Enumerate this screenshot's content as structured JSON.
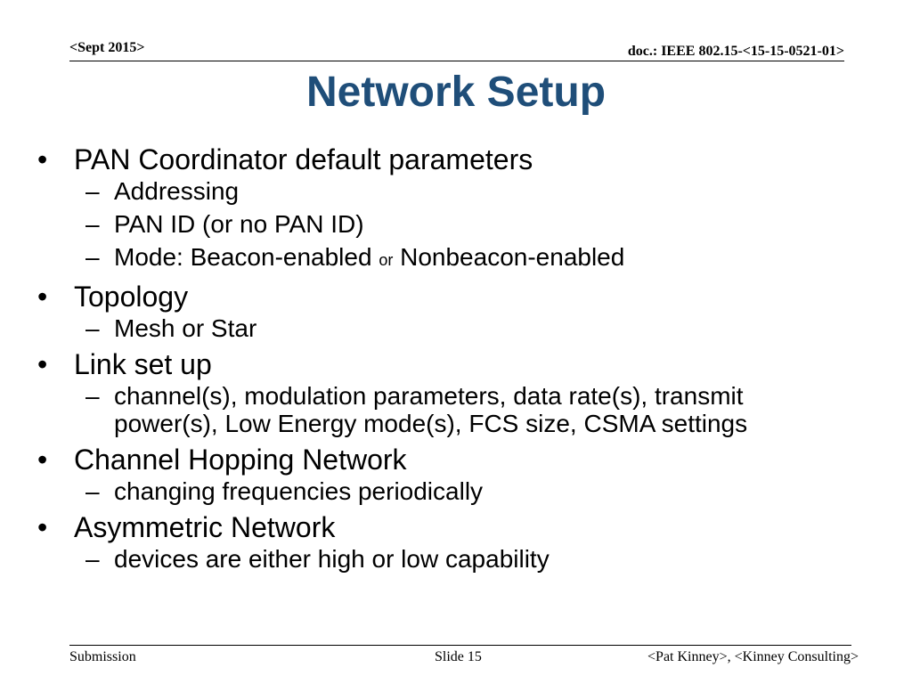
{
  "header": {
    "date": "<Sept 2015>",
    "doc_id": "doc.: IEEE 802.15-<15-15-0521-01>"
  },
  "slide": {
    "title": "Network Setup",
    "title_color": "#1f4e79"
  },
  "bullets": [
    {
      "text": "PAN Coordinator default parameters",
      "subitems": [
        {
          "text": "Addressing"
        },
        {
          "text": "PAN ID (or no PAN ID)"
        },
        {
          "text_a": "Mode: Beacon-enabled ",
          "text_small": "or",
          "text_b": " Nonbeacon-enabled"
        }
      ]
    },
    {
      "text": "Topology",
      "subitems": [
        {
          "text": "Mesh or Star"
        }
      ]
    },
    {
      "text": "Link set up",
      "subitems": [
        {
          "text": "channel(s), modulation parameters, data rate(s), transmit power(s), Low Energy mode(s), FCS size, CSMA settings"
        }
      ]
    },
    {
      "text": "Channel Hopping Network",
      "subitems": [
        {
          "text": "changing frequencies periodically"
        }
      ]
    },
    {
      "text": "Asymmetric Network",
      "subitems": [
        {
          "text": "devices are either high or low capability"
        }
      ]
    }
  ],
  "markers": {
    "bullet": "•",
    "dash": "–"
  },
  "footer": {
    "left": "Submission",
    "center": "Slide 15",
    "right": "<Pat Kinney>, <Kinney Consulting>"
  }
}
